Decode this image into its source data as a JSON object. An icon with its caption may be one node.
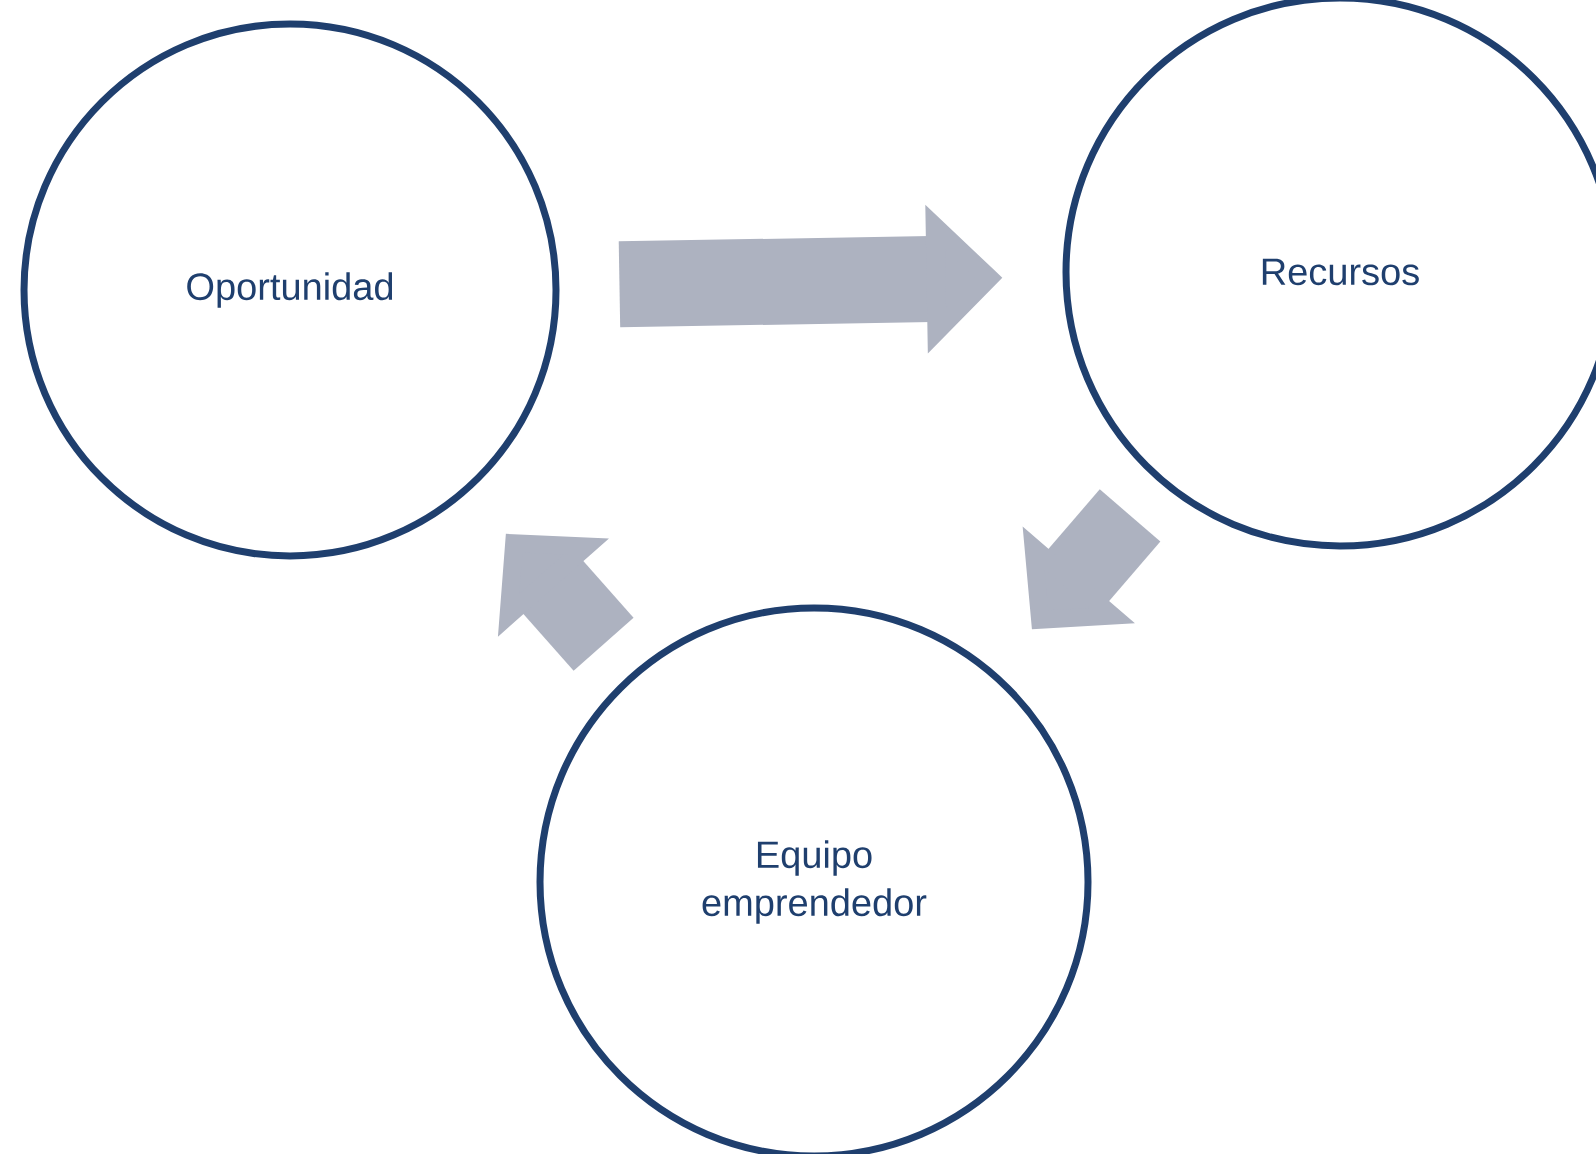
{
  "diagram": {
    "nodes": [
      {
        "text": [
          "Oportunidad"
        ]
      },
      {
        "text": [
          "Recursos"
        ]
      },
      {
        "text": [
          "Equipo emprendedor"
        ]
      }
    ],
    "edges": [
      {
        "from": 0,
        "to": 1,
        "arrow": "to"
      },
      {
        "from": 1,
        "to": 2,
        "arrow": "to"
      },
      {
        "from": 2,
        "to": 0,
        "arrow": "to"
      }
    ]
  }
}
